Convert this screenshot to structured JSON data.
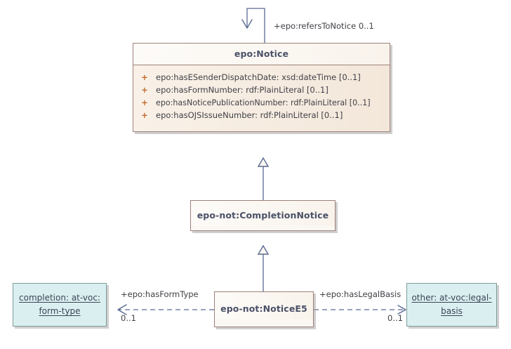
{
  "diagram": {
    "type": "uml-class-diagram",
    "background": "#ffffff",
    "colors": {
      "class_border": "#9d8179",
      "class_header_fill": "#fbf8f4",
      "class_body_fill": "#f6ece0",
      "vocab_border": "#7d9a9a",
      "vocab_fill": "#daf0f0",
      "line": "#5a6a93",
      "text": "#3f3f46",
      "title_text": "#4a5168",
      "visibility_marker": "#c06a2e"
    }
  },
  "classes": {
    "notice": {
      "name": "epo:Notice",
      "attributes": [
        {
          "visibility": "+",
          "text": "epo:hasESenderDispatchDate: xsd:dateTime [0..1]"
        },
        {
          "visibility": "+",
          "text": "epo:hasFormNumber: rdf:PlainLiteral [0..1]"
        },
        {
          "visibility": "+",
          "text": "epo:hasNoticePublicationNumber: rdf:PlainLiteral [0..1]"
        },
        {
          "visibility": "+",
          "text": "epo:hasOJSIssueNumber: rdf:PlainLiteral [0..1]"
        }
      ]
    },
    "completion_notice": {
      "name": "epo-not:CompletionNotice"
    },
    "notice_e5": {
      "name": "epo-not:NoticeE5"
    }
  },
  "vocabularies": {
    "form_type": {
      "line1": "completion: at-voc:",
      "line2": "form-type"
    },
    "legal_basis": {
      "line1": "other: at-voc:legal-",
      "line2": "basis"
    }
  },
  "relations": {
    "refers_to_notice": {
      "label": "+epo:refersToNotice 0..1",
      "kind": "self-association",
      "source": "epo:Notice",
      "target": "epo:Notice"
    },
    "generalization_completion_to_notice": {
      "kind": "generalization",
      "source": "epo-not:CompletionNotice",
      "target": "epo:Notice"
    },
    "generalization_e5_to_completion": {
      "kind": "generalization",
      "source": "epo-not:NoticeE5",
      "target": "epo-not:CompletionNotice"
    },
    "has_form_type": {
      "kind": "dependency",
      "label": "+epo:hasFormType",
      "multiplicity": "0..1",
      "source": "epo-not:NoticeE5",
      "target": "completion: at-voc:form-type"
    },
    "has_legal_basis": {
      "kind": "dependency",
      "label": "+epo:hasLegalBasis",
      "multiplicity": "0..1",
      "source": "epo-not:NoticeE5",
      "target": "other: at-voc:legal-basis"
    }
  }
}
